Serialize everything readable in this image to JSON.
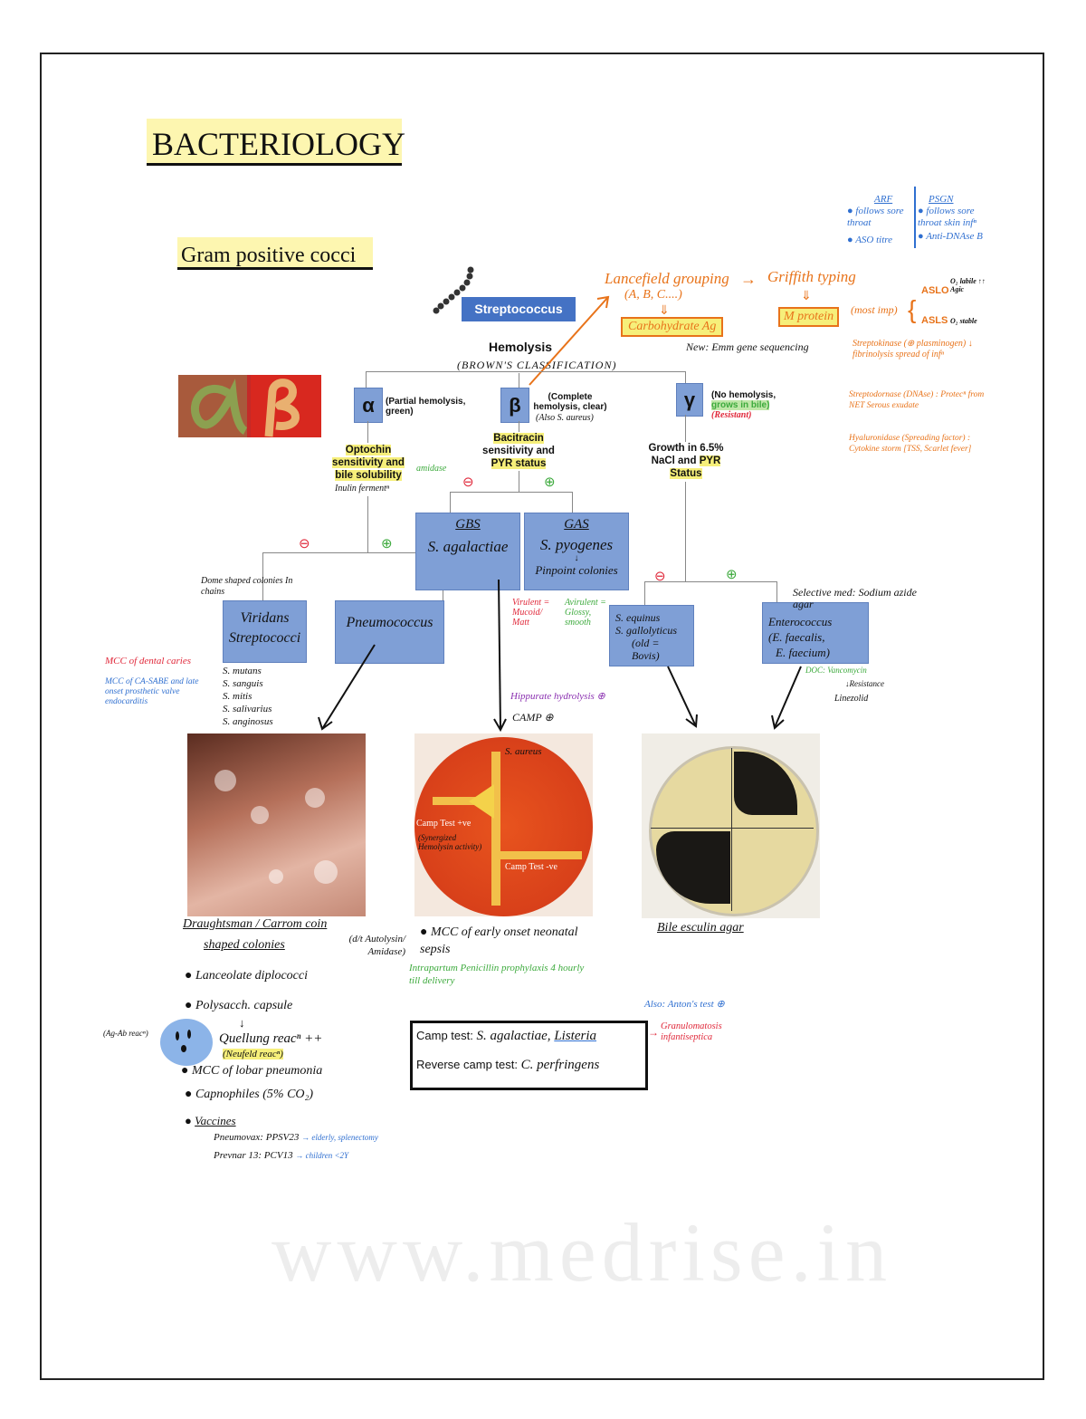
{
  "title": "BACTERIOLOGY",
  "subtitle": "Gram positive cocci",
  "watermark": "www.medrise.in",
  "top_right_notes": {
    "arf_head": "ARF",
    "arf_items": [
      "follows sore throat",
      "ASO titre"
    ],
    "psgn_head": "PSGN",
    "psgn_items": [
      "follows sore throat skin infⁿ",
      "Anti-DNAse B"
    ]
  },
  "root": "Streptococcus",
  "hemolysis": "Hemolysis",
  "classification": "(BROWN'S CLASSIFICATION)",
  "lancefield": {
    "title": "Lancefield grouping",
    "groups": "(A, B, C....)",
    "carb": "Carbohydrate Ag",
    "griffith": "Griffith typing",
    "mprotein": "M protein",
    "most_imp": "(most imp)",
    "aslo": "ASLO",
    "aslo_note": "O₂ labile ↑↑ Agic",
    "asls": "ASLS",
    "asls_note": "O₂ stable",
    "new": "New: Emm gene sequencing"
  },
  "enzymes": [
    {
      "name": "Streptokinase",
      "detail": "(⊕ plasminogen) ↓ fibrinolysis spread of infⁿ"
    },
    {
      "name": "Streptodornase (DNAse)",
      "detail": ": Protecⁿ from NET Serous exudate"
    },
    {
      "name": "Hyaluronidase (Spreading factor)",
      "detail": ": Cytokine storm [TSS, Scarlet fever]"
    }
  ],
  "alpha": {
    "symbol": "α",
    "desc": "(Partial hemolysis, green)",
    "test_parts": [
      "Optochin",
      " sensitivity and ",
      "bile solubility"
    ],
    "inulin": "Inulin fermentⁿ",
    "amidase": "amidase",
    "neg": "⊖",
    "pos": "⊕"
  },
  "beta": {
    "symbol": "β",
    "desc": "(Complete hemolysis, clear)",
    "also": "(Also S. aureus)",
    "test_parts": [
      "Bacitracin",
      "sensitivity and",
      "PYR status"
    ],
    "neg": "⊖",
    "pos": "⊕"
  },
  "gamma": {
    "symbol": "γ",
    "desc": "(No hemolysis,",
    "bile": "grows in bile)",
    "resistant": "(Resistant)",
    "test_parts": [
      "Growth in 6.5%",
      "NaCl and ",
      "PYR",
      "Status"
    ],
    "neg": "⊖",
    "pos": "⊕"
  },
  "gbs": {
    "code": "GBS",
    "name": "S. agalactiae"
  },
  "gas": {
    "code": "GAS",
    "name": "S. pyogenes",
    "colonies": "Pinpoint colonies",
    "virulent": "Virulent = Mucoid/ Matt",
    "avirulent": "Avirulent = Glossy, smooth"
  },
  "viridans": {
    "name": "Viridans Streptococci",
    "colonies": "Dome shaped colonies In chains",
    "species": [
      "S. mutans",
      "S. sanguis",
      "S. mitis",
      "S. salivarius",
      "S. anginosus"
    ],
    "caries": "MCC of dental caries",
    "endocarditis": "MCC of CA-SABE and late onset prosthetic valve endocarditis"
  },
  "pneumococcus": {
    "name": "Pneumococcus"
  },
  "equinus": {
    "lines": [
      "S. equinus",
      "S. gallolyticus",
      "(old = Bovis)"
    ]
  },
  "enterococcus": {
    "lines": [
      "Enterococcus",
      "(E. faecalis,",
      "E. faecium)"
    ],
    "selective": "Selective med: Sodium azide agar",
    "doc": "DOC: Vancomycin",
    "resistance": "Resistance",
    "linezolid": "Linezolid"
  },
  "gbs_tests": {
    "hippurate": "Hippurate hydrolysis ⊕",
    "camp": "CAMP ⊕"
  },
  "camp_image": {
    "s_aureus": "S. aureus",
    "pos": "Camp Test +ve",
    "synergy": "(Synergized Hemolysin activity)",
    "neg": "Camp Test -ve"
  },
  "bile_image_caption": "Bile esculin agar",
  "pneumo_notes": {
    "caption1": "Draughtsman / Carrom coin",
    "caption2": "shaped colonies",
    "caption3": "(d/t Autolysin/ Amidase)",
    "bullets": [
      "Lanceolate diplococci",
      "Polysacch. capsule",
      "MCC of lobar pneumonia",
      "Capnophiles (5% CO₂)",
      "Vaccines"
    ],
    "quellung": "Quellung reacⁿ ++",
    "neufeld": "(Neufeld reacⁿ)",
    "agab": "(Ag-Ab reacⁿ)",
    "vaccines": [
      {
        "name": "Pneumovax: PPSV23",
        "note": "→ elderly, splenectomy"
      },
      {
        "name": "Prevnar 13: PCV13",
        "note": "→ children <2Y"
      }
    ]
  },
  "gbs_notes": {
    "mcc": "MCC of early onset neonatal sepsis",
    "prophylaxis": "Intrapartum Penicillin prophylaxis 4 hourly till delivery"
  },
  "camp_box": {
    "camp_label": "Camp test:",
    "camp_value": "S. agalactiae, ",
    "listeria": "Listeria",
    "reverse_label": "Reverse camp test:",
    "reverse_value": "C. perfringens",
    "anton": "Also: Anton's test ⊕",
    "granulomatosis": "Granulomatosis infantiseptica"
  }
}
